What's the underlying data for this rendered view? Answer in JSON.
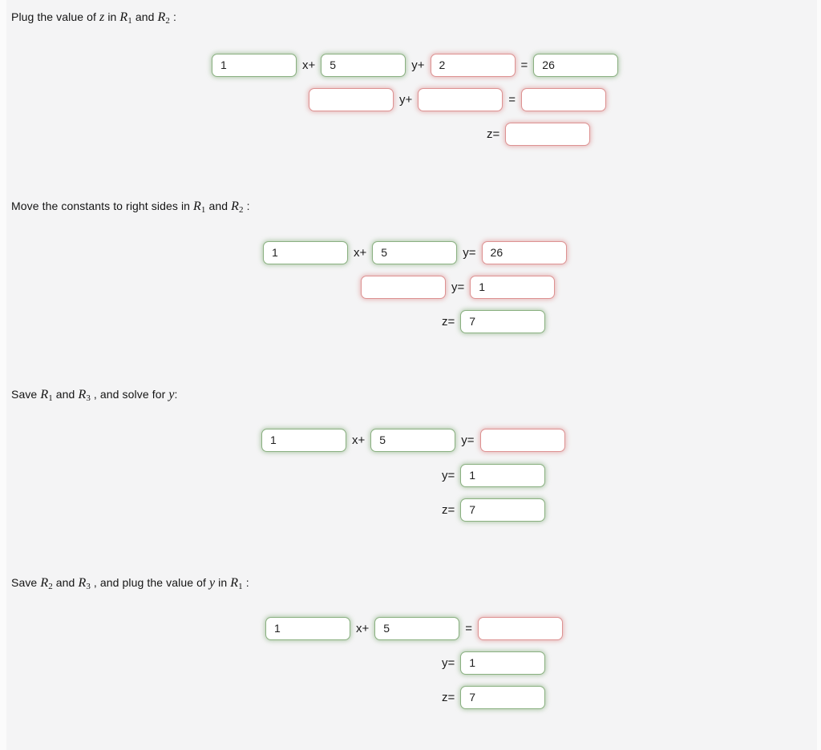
{
  "page": {
    "background": "#f4f4f5",
    "edge_background": "#fbfbfb"
  },
  "colors": {
    "valid_border": "#8ab081",
    "invalid_border": "#dd9292",
    "input_background": "#ffffff",
    "text": "#1a1a1a"
  },
  "sections": [
    {
      "id": "plug-z-in-r1-r2",
      "heading": [
        {
          "t": "Plug the value of "
        },
        {
          "m": "z"
        },
        {
          "t": " in "
        },
        {
          "m": "R",
          "s": "1"
        },
        {
          "t": " and "
        },
        {
          "m": "R",
          "s": "2"
        },
        {
          "t": " :"
        }
      ],
      "rows": [
        {
          "cells": [
            {
              "input": "1",
              "state": "valid"
            },
            {
              "label": "x+"
            },
            {
              "input": "5",
              "state": "valid"
            },
            {
              "label": "y+"
            },
            {
              "input": "2",
              "state": "invalid"
            },
            {
              "label": "="
            },
            {
              "input": "26",
              "state": "valid"
            }
          ]
        },
        {
          "cells": [
            {
              "input": "",
              "state": "invalid"
            },
            {
              "label": "y+"
            },
            {
              "input": "",
              "state": "invalid"
            },
            {
              "label": "="
            },
            {
              "input": "",
              "state": "invalid"
            }
          ]
        },
        {
          "cells": [
            {
              "label": "z="
            },
            {
              "input": "",
              "state": "invalid"
            }
          ]
        }
      ]
    },
    {
      "id": "move-constants-right",
      "heading": [
        {
          "t": "Move the constants to right sides in "
        },
        {
          "m": "R",
          "s": "1"
        },
        {
          "t": " and "
        },
        {
          "m": "R",
          "s": "2"
        },
        {
          "t": " :"
        }
      ],
      "rows": [
        {
          "cells": [
            {
              "input": "1",
              "state": "valid"
            },
            {
              "label": "x+"
            },
            {
              "input": "5",
              "state": "valid"
            },
            {
              "label": "y="
            },
            {
              "input": "26",
              "state": "invalid"
            }
          ]
        },
        {
          "cells": [
            {
              "input": "",
              "state": "invalid"
            },
            {
              "label": "y="
            },
            {
              "input": "1",
              "state": "invalid"
            }
          ]
        },
        {
          "cells": [
            {
              "label": "z="
            },
            {
              "input": "7",
              "state": "valid"
            }
          ]
        }
      ]
    },
    {
      "id": "save-r1-r3-solve-y",
      "heading": [
        {
          "t": "Save "
        },
        {
          "m": "R",
          "s": "1"
        },
        {
          "t": " and "
        },
        {
          "m": "R",
          "s": "3"
        },
        {
          "t": " , and solve for "
        },
        {
          "m": "y"
        },
        {
          "t": ":"
        }
      ],
      "rows": [
        {
          "cells": [
            {
              "input": "1",
              "state": "valid"
            },
            {
              "label": "x+"
            },
            {
              "input": "5",
              "state": "valid"
            },
            {
              "label": "y="
            },
            {
              "input": "",
              "state": "invalid"
            }
          ]
        },
        {
          "cells": [
            {
              "label": "y="
            },
            {
              "input": "1",
              "state": "valid"
            }
          ]
        },
        {
          "cells": [
            {
              "label": "z="
            },
            {
              "input": "7",
              "state": "valid"
            }
          ]
        }
      ]
    },
    {
      "id": "save-r2-r3-plug-y",
      "heading": [
        {
          "t": "Save "
        },
        {
          "m": "R",
          "s": "2"
        },
        {
          "t": " and "
        },
        {
          "m": "R",
          "s": "3"
        },
        {
          "t": " , and plug the value of "
        },
        {
          "m": "y"
        },
        {
          "t": " in "
        },
        {
          "m": "R",
          "s": "1"
        },
        {
          "t": " :"
        }
      ],
      "rows": [
        {
          "cells": [
            {
              "input": "1",
              "state": "valid"
            },
            {
              "label": "x+"
            },
            {
              "input": "5",
              "state": "valid"
            },
            {
              "label": "="
            },
            {
              "input": "",
              "state": "invalid"
            }
          ]
        },
        {
          "cells": [
            {
              "label": "y="
            },
            {
              "input": "1",
              "state": "valid"
            }
          ]
        },
        {
          "cells": [
            {
              "label": "z="
            },
            {
              "input": "7",
              "state": "valid"
            }
          ]
        }
      ]
    }
  ]
}
